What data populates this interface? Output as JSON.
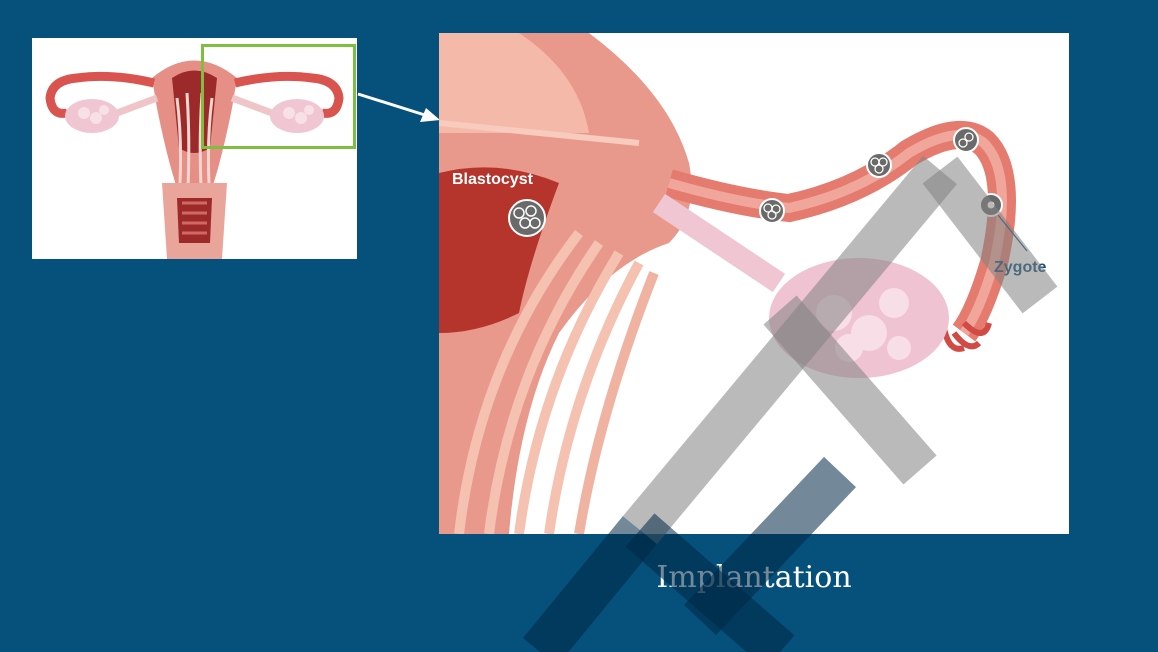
{
  "caption": "Implantation",
  "labels": {
    "blastocyst": "Blastocyst",
    "zygote": "Zygote"
  },
  "colors": {
    "background": "#06507c",
    "highlight_box": "#7fbf3f",
    "tissue": "#e9998c",
    "label_dark": "#0d4f7a"
  }
}
